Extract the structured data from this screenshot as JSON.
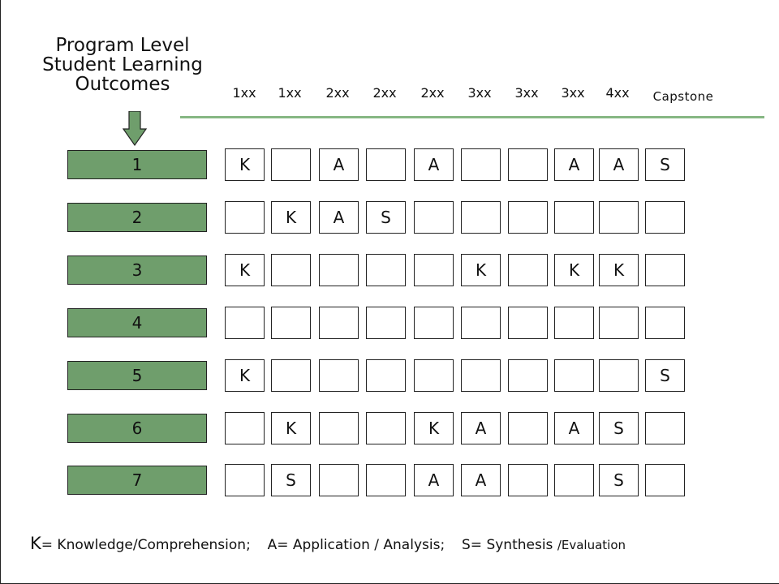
{
  "title": {
    "line1": "Program Level",
    "line2": "Student Learning",
    "line3": "Outcomes"
  },
  "columns": [
    "1xx",
    "1xx",
    "2xx",
    "2xx",
    "2xx",
    "3xx",
    "3xx",
    "3xx",
    "4xx",
    "Capstone"
  ],
  "rows": [
    {
      "label": "1",
      "cells": [
        "K",
        "",
        "A",
        "",
        "A",
        "",
        "",
        "A",
        "A",
        "S"
      ]
    },
    {
      "label": "2",
      "cells": [
        "",
        "K",
        "A",
        "S",
        "",
        "",
        "",
        "",
        "",
        ""
      ]
    },
    {
      "label": "3",
      "cells": [
        "K",
        "",
        "",
        "",
        "",
        "K",
        "",
        "K",
        "K",
        ""
      ]
    },
    {
      "label": "4",
      "cells": [
        "",
        "",
        "",
        "",
        "",
        "",
        "",
        "",
        "",
        ""
      ]
    },
    {
      "label": "5",
      "cells": [
        "K",
        "",
        "",
        "",
        "",
        "",
        "",
        "",
        "",
        "S"
      ]
    },
    {
      "label": "6",
      "cells": [
        "",
        "K",
        "",
        "",
        "K",
        "A",
        "",
        "A",
        "S",
        ""
      ]
    },
    {
      "label": "7",
      "cells": [
        "",
        "S",
        "",
        "",
        "A",
        "A",
        "",
        "",
        "S",
        ""
      ]
    }
  ],
  "legend": {
    "k_key": "K",
    "k_text": "= Knowledge/Comprehension;",
    "a_text": "A= Application / Analysis;",
    "s_text": "S= Synthesis",
    "s_tail": "/Evaluation"
  },
  "colors": {
    "row_label_fill": "#6f9e6c",
    "rule": "#86b783",
    "arrow_fill": "#6f9e6c"
  },
  "icons": {
    "arrow": "down-arrow-icon"
  }
}
